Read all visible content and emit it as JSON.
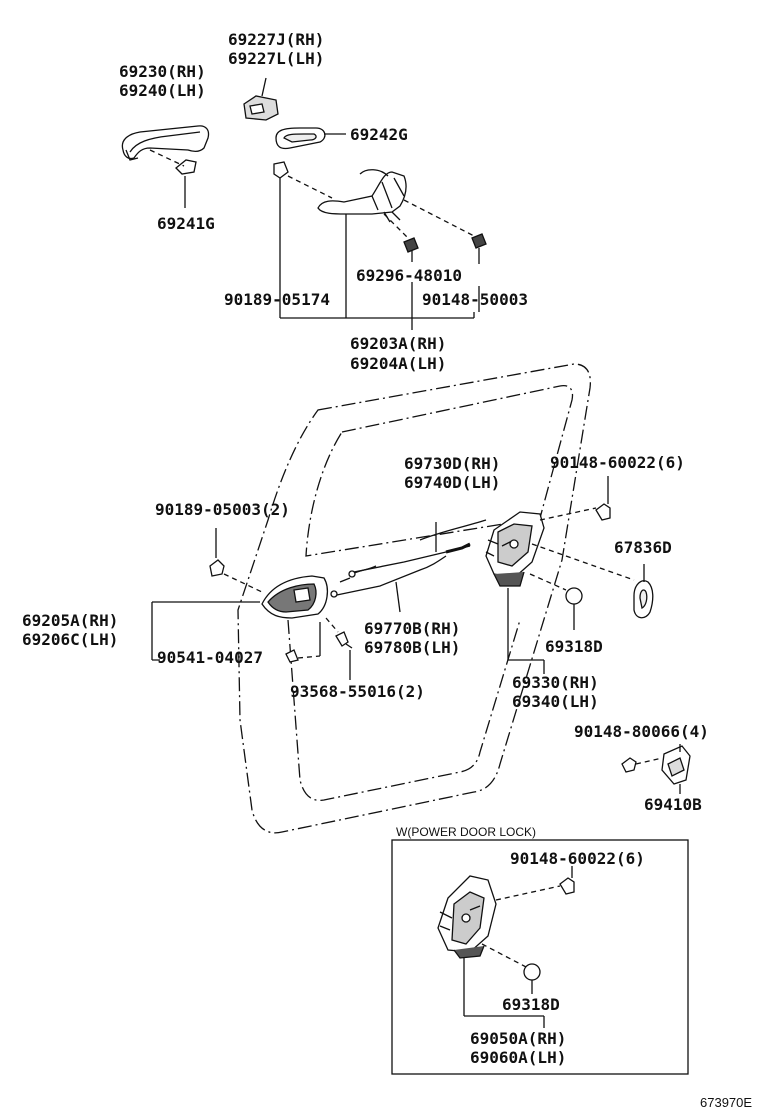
{
  "callouts": {
    "p69227": {
      "line1": "69227J(RH)",
      "line2": "69227L(LH)"
    },
    "p69230": {
      "line1": "69230(RH)",
      "line2": "69240(LH)"
    },
    "p69242g": "69242G",
    "p69241g": "69241G",
    "p69296": "69296-48010",
    "p90189_05174": "90189-05174",
    "p90148_50003": "90148-50003",
    "p69203": {
      "line1": "69203A(RH)",
      "line2": "69204A(LH)"
    },
    "p69730": {
      "line1": "69730D(RH)",
      "line2": "69740D(LH)"
    },
    "p90148_60022": "90148-60022(6)",
    "p90189_05003": "90189-05003(2)",
    "p67836d": "67836D",
    "p69205": {
      "line1": "69205A(RH)",
      "line2": "69206C(LH)"
    },
    "p90541": "90541-04027",
    "p69770": {
      "line1": "69770B(RH)",
      "line2": "69780B(LH)"
    },
    "p69318d": "69318D",
    "p93568": "93568-55016(2)",
    "p69330": {
      "line1": "69330(RH)",
      "line2": "69340(LH)"
    },
    "p90148_80066": "90148-80066(4)",
    "p69410b": "69410B"
  },
  "inset": {
    "title": "W(POWER DOOR LOCK)",
    "p90148_60022": "90148-60022(6)",
    "p69318d": "69318D",
    "p69050": {
      "line1": "69050A(RH)",
      "line2": "69060A(LH)"
    }
  },
  "diagram_code": "673970E",
  "colors": {
    "line": "#111111",
    "background": "#ffffff"
  }
}
